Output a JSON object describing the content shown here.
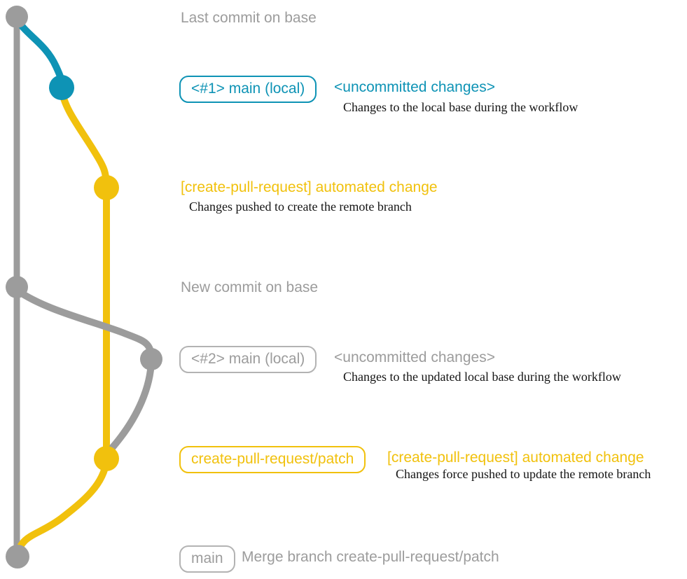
{
  "colors": {
    "gray": "#9C9C9C",
    "graylight": "#B3B3B3",
    "blue": "#0E93B5",
    "yellow": "#F1C10D",
    "ink": "#141414",
    "bg": "#FFFFFF"
  },
  "graph": {
    "branches": [
      {
        "name": "base",
        "color": "#9C9C9C"
      },
      {
        "name": "main (local)",
        "color": "#0E93B5"
      },
      {
        "name": "create-pull-request/patch",
        "color": "#F1C10D"
      }
    ],
    "commit_count": 7
  },
  "annotations": {
    "last_commit": {
      "title": "Last commit on base"
    },
    "section1": {
      "badge": "<#1> main (local)",
      "heading": "<uncommitted changes>",
      "caption": "Changes to the local base during the workflow"
    },
    "section2": {
      "heading": "[create-pull-request] automated change",
      "caption": "Changes pushed to create the remote branch"
    },
    "new_commit": {
      "title": "New commit on base"
    },
    "section3": {
      "badge": "<#2> main (local)",
      "heading": "<uncommitted changes>",
      "caption": "Changes to the updated local base during the workflow"
    },
    "section4": {
      "badge": "create-pull-request/patch",
      "heading": "[create-pull-request] automated change",
      "caption": "Changes force pushed to update the remote branch"
    },
    "merge": {
      "badge": "main",
      "heading": "Merge branch create-pull-request/patch"
    }
  }
}
